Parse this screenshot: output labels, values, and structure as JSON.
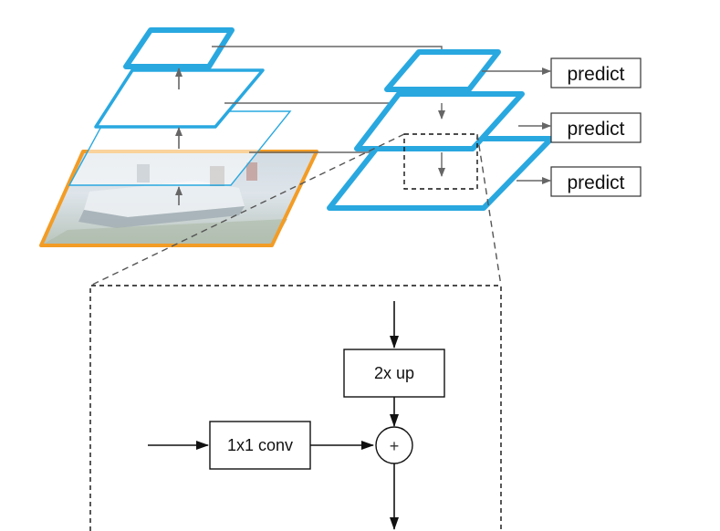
{
  "diagram": {
    "predict_labels": [
      "predict",
      "predict",
      "predict"
    ],
    "detail": {
      "upsample_label": "2x up",
      "lateral_label": "1x1 conv",
      "merge_symbol": "+"
    }
  },
  "colors": {
    "pyramid_blue": "#29a8e0",
    "input_orange": "#f39c25",
    "arrow_gray": "#666666",
    "dashed_gray": "#555555"
  }
}
